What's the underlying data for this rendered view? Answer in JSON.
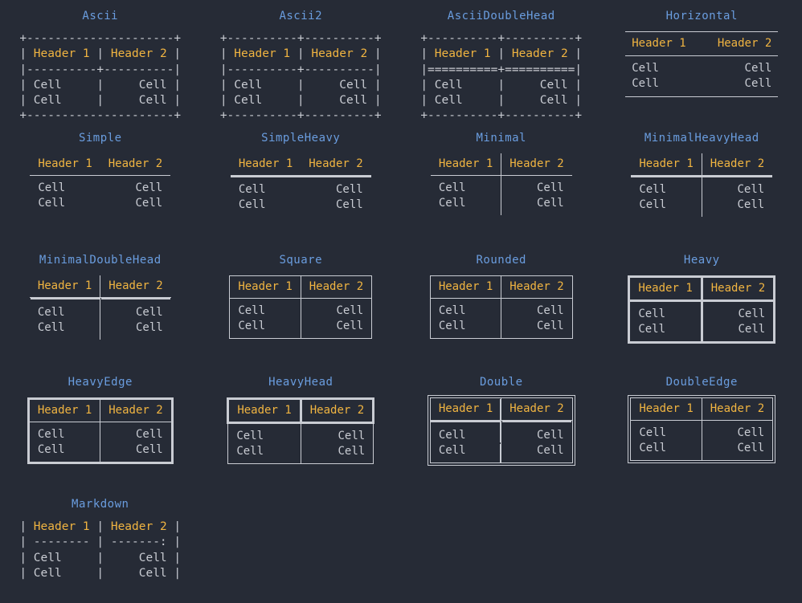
{
  "theme": {
    "background": "#262b36",
    "title_color": "#6a9ddf",
    "header_color": "#f0b441",
    "cell_color": "#c9ccd3",
    "rule_color": "#c9ccd3"
  },
  "common": {
    "header1": "Header 1",
    "header2": "Header 2",
    "cell": "Cell"
  },
  "tables": [
    {
      "title": "Ascii",
      "style": "ascii",
      "box_kind": "ascii-art",
      "lines": [
        "+---------------------+",
        "| Header 1 | Header 2 |",
        "|----------+----------|",
        "| Cell     |     Cell |",
        "| Cell     |     Cell |",
        "+---------------------+"
      ]
    },
    {
      "title": "Ascii2",
      "style": "ascii2",
      "box_kind": "ascii-art",
      "lines": [
        "+----------+----------+",
        "| Header 1 | Header 2 |",
        "|----------+----------|",
        "| Cell     |     Cell |",
        "| Cell     |     Cell |",
        "+----------+----------+"
      ]
    },
    {
      "title": "AsciiDoubleHead",
      "style": "asciidoublehead",
      "box_kind": "ascii-art",
      "lines": [
        "+----------+----------+",
        "| Header 1 | Header 2 |",
        "|==========+==========|",
        "| Cell     |     Cell |",
        "| Cell     |     Cell |",
        "+----------+----------+"
      ]
    },
    {
      "title": "Horizontal",
      "style": "horizontal",
      "box_kind": "rules",
      "top_rule": "thin",
      "head_rule": "thin",
      "bottom_rule": "thin",
      "vertical_divider": "none"
    },
    {
      "title": "Simple",
      "style": "simple",
      "box_kind": "table",
      "variant": "v-simple"
    },
    {
      "title": "SimpleHeavy",
      "style": "simpleheavy",
      "box_kind": "table",
      "variant": "v-simpleheavy"
    },
    {
      "title": "Minimal",
      "style": "minimal",
      "box_kind": "table",
      "variant": "v-minimal"
    },
    {
      "title": "MinimalHeavyHead",
      "style": "minimalheavyhead",
      "box_kind": "table",
      "variant": "v-minimalheavyhead"
    },
    {
      "title": "MinimalDoubleHead",
      "style": "minimaldoublehead",
      "box_kind": "table",
      "variant": "v-minimaldoublehead"
    },
    {
      "title": "Square",
      "style": "square",
      "box_kind": "table",
      "variant": "v-square"
    },
    {
      "title": "Rounded",
      "style": "rounded",
      "box_kind": "table",
      "variant": "v-rounded"
    },
    {
      "title": "Heavy",
      "style": "heavy",
      "box_kind": "table",
      "variant": "v-heavy"
    },
    {
      "title": "HeavyEdge",
      "style": "heavyedge",
      "box_kind": "table",
      "variant": "v-heavyedge"
    },
    {
      "title": "HeavyHead",
      "style": "heavyhead",
      "box_kind": "table",
      "variant": "v-heavyhead"
    },
    {
      "title": "Double",
      "style": "double",
      "box_kind": "table",
      "variant": "v-double"
    },
    {
      "title": "DoubleEdge",
      "style": "doubleedge",
      "box_kind": "table",
      "variant": "v-doubleedge"
    },
    {
      "title": "Markdown",
      "style": "markdown",
      "box_kind": "ascii-art",
      "lines": [
        "| Header 1 | Header 2 |",
        "| -------- | -------: |",
        "| Cell     |     Cell |",
        "| Cell     |     Cell |"
      ]
    }
  ]
}
